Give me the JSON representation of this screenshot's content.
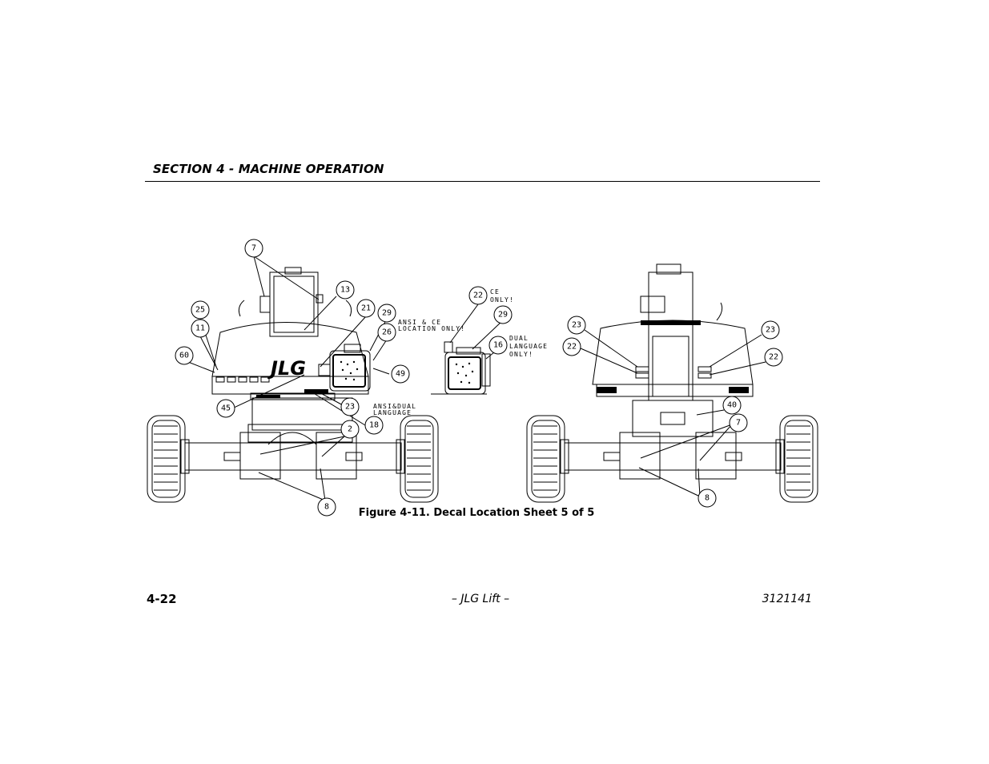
{
  "header": {
    "section_title": "SECTION 4 - MACHINE OPERATION"
  },
  "figure": {
    "caption": "Figure 4-11. Decal Location Sheet 5 of 5",
    "logo_text": "JLG",
    "left_view": {
      "callouts": [
        "7",
        "13",
        "25",
        "11",
        "21",
        "29",
        "26",
        "60",
        "49",
        "45",
        "23",
        "18",
        "2",
        "8"
      ],
      "notes": {
        "ansi_ce": [
          "ANSI & CE",
          "LOCATION ONLY!"
        ],
        "ansi_dual": [
          "ANSI&DUAL",
          "LANGUAGE"
        ]
      }
    },
    "detail_view": {
      "callouts": [
        "22",
        "29",
        "16"
      ],
      "notes": {
        "ce_only": [
          "CE",
          "ONLY!"
        ],
        "dual_language": [
          "DUAL",
          "LANGUAGE",
          "ONLY!"
        ]
      }
    },
    "right_view": {
      "callouts": [
        "23",
        "22",
        "23",
        "22",
        "40",
        "7",
        "8"
      ]
    }
  },
  "footer": {
    "page_number": "4-22",
    "center": "– JLG Lift –",
    "doc_number": "3121141"
  }
}
